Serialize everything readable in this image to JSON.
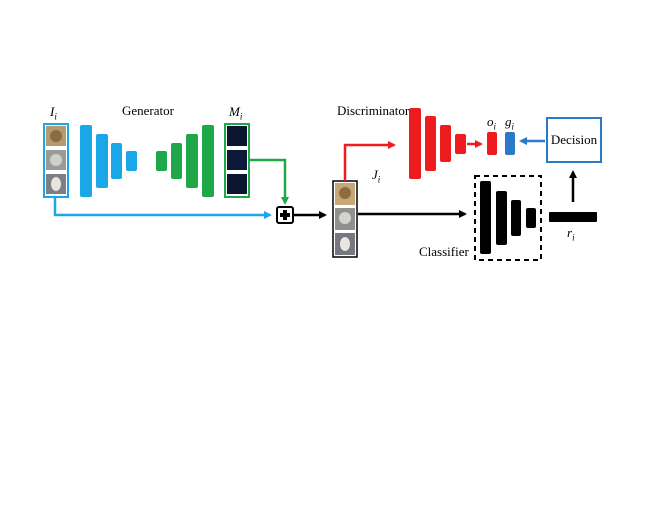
{
  "labels": {
    "input_image": "I",
    "input_image_sub": "i",
    "generator": "Generator",
    "mask": "M",
    "mask_sub": "i",
    "discriminator": "Discriminator",
    "adv_image": "J",
    "adv_image_sub": "i",
    "output_o": "o",
    "output_o_sub": "i",
    "output_g": "g",
    "output_g_sub": "i",
    "decision": "Decision",
    "classifier": "Classifier",
    "class_output": "r",
    "class_output_sub": "i"
  },
  "icons": {
    "add": "plus-in-square-icon"
  },
  "colors": {
    "generator_encoder": "#1aa7e8",
    "generator_decoder": "#1fa84a",
    "discriminator": "#ee1c1c",
    "classifier": "#000000",
    "decision": "#2b7ac7",
    "g_output": "#2b7ac7"
  }
}
